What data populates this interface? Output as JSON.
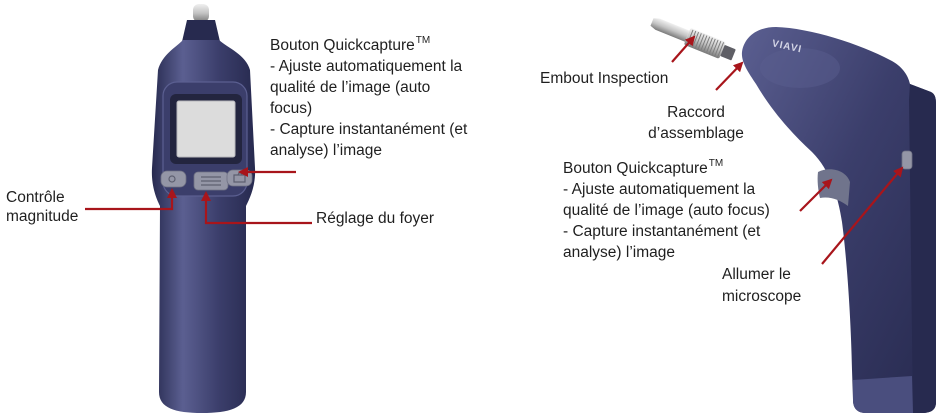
{
  "left_device": {
    "quickcapture": {
      "title": "Bouton Quickcapture",
      "tm": "TM",
      "lines": [
        "- Ajuste automatiquement la",
        "qualité de l’image (auto",
        "focus)",
        "- Capture instantanément (et",
        "analyse) l’image"
      ]
    },
    "magnitude": {
      "lines": [
        "Contrôle",
        "magnitude"
      ]
    },
    "focus": {
      "label": "Réglage du foyer"
    }
  },
  "right_device": {
    "logo": "VIAVI",
    "tip": {
      "label": "Embout Inspection"
    },
    "coupler": {
      "lines": [
        "Raccord",
        "d’assemblage"
      ]
    },
    "quickcapture": {
      "title": "Bouton Quickcapture",
      "tm": "TM",
      "lines": [
        "- Ajuste automatiquement la",
        "qualité de l’image (auto focus)",
        "- Capture instantanément (et",
        "analyse) l’image"
      ]
    },
    "power": {
      "lines": [
        "Allumer le",
        "microscope"
      ]
    }
  },
  "colors": {
    "device_body": "#3b3e6b",
    "device_shadow": "#272a4f",
    "device_highlight": "#5b5f91",
    "screen": "#dcdcdc",
    "button": "#9496a6",
    "metal": "#c4c4c4",
    "callout_arrow": "#a8151b",
    "text": "#1f1f1f"
  },
  "icons": {
    "left_quickcapture_button": "camera-icon",
    "magnitude_button": "magnify-icon",
    "focus_button": "focus-lines-icon"
  }
}
